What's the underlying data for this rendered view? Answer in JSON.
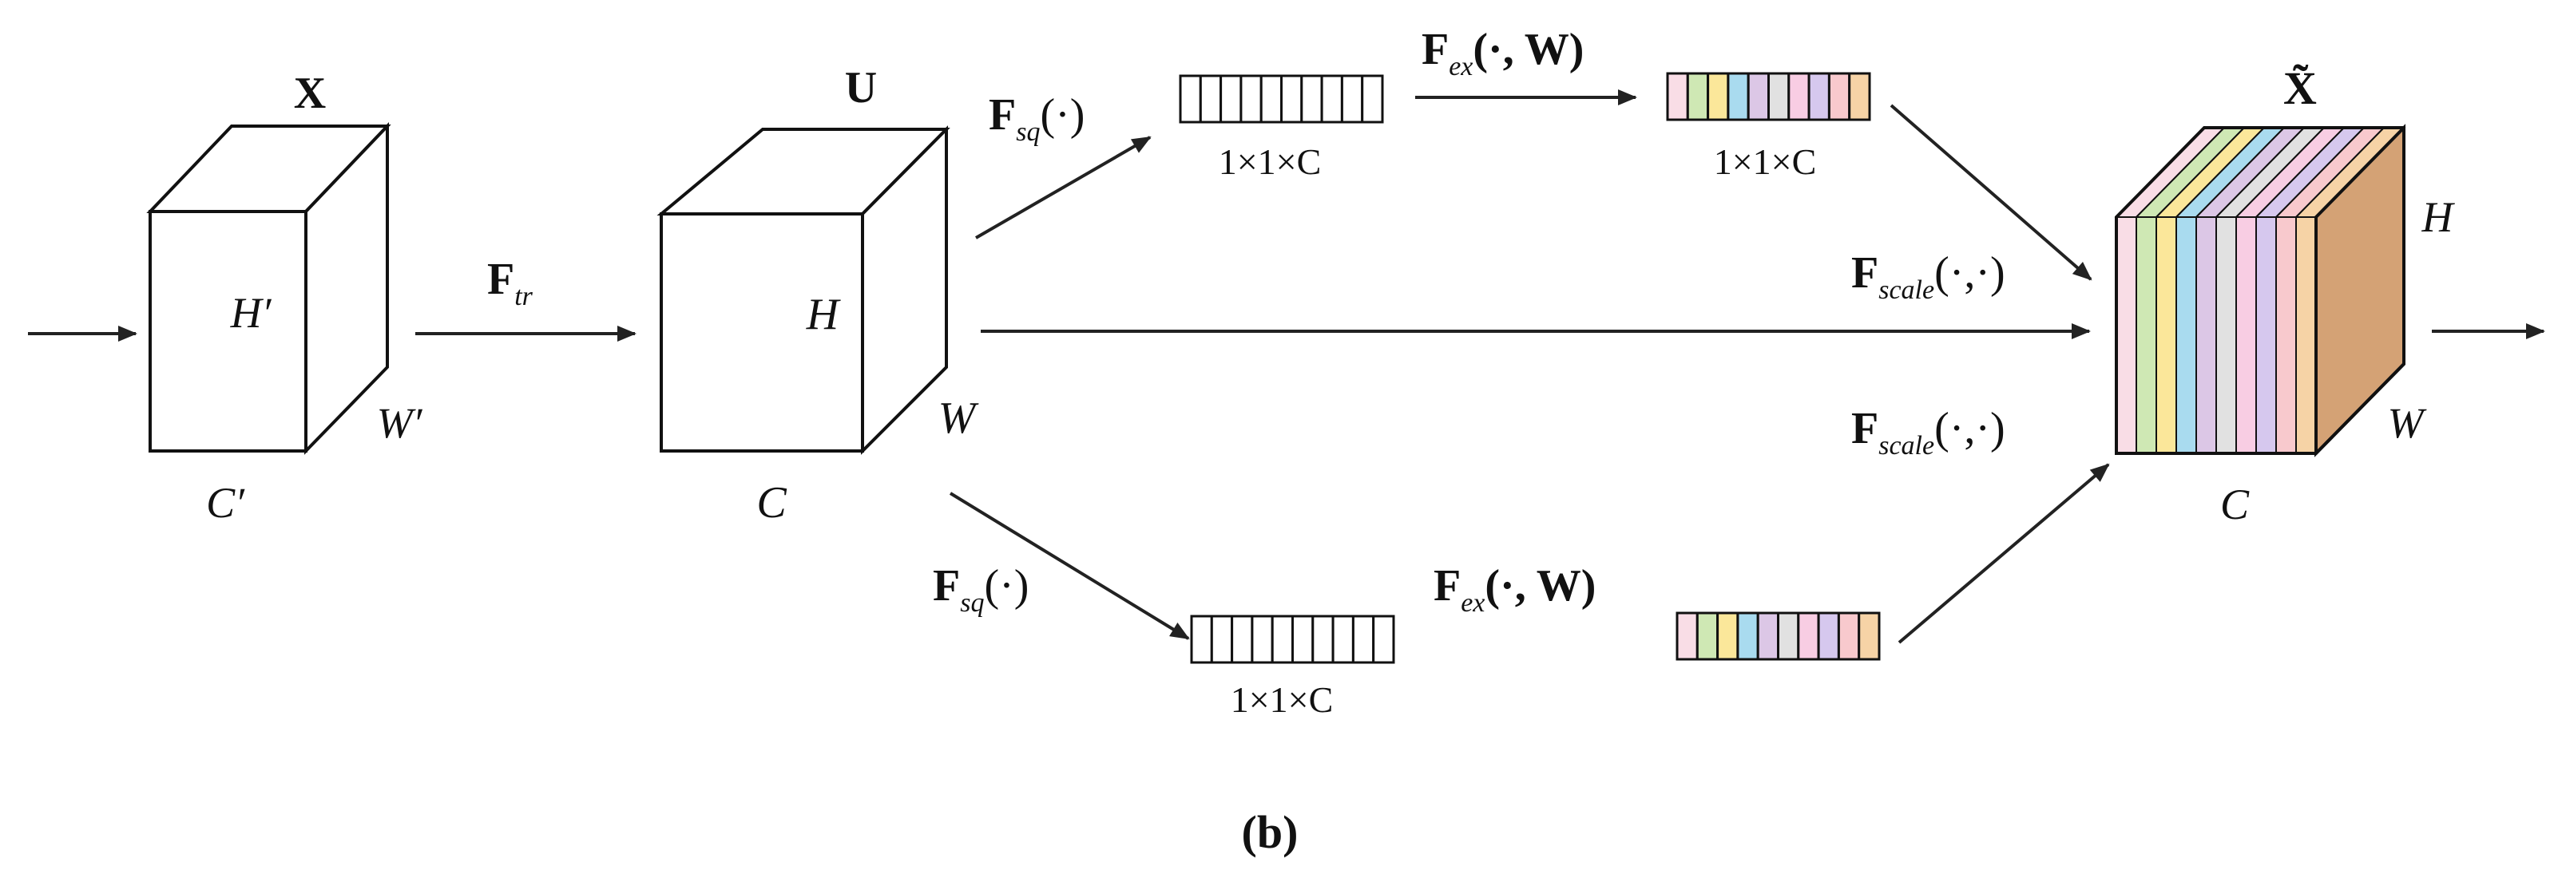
{
  "inputs": {
    "x_label": "X",
    "x_height": "H′",
    "x_width": "W′",
    "x_channels": "C′"
  },
  "feature_map_u": {
    "label": "U",
    "height": "H",
    "width": "W",
    "channels": "C"
  },
  "output_map": {
    "label": "X̃",
    "height": "H",
    "width": "W",
    "channels": "C"
  },
  "operators": {
    "transform": {
      "main": "F",
      "sub": "tr"
    },
    "squeeze_top": {
      "main": "F",
      "sub": "sq",
      "arg": "(·)"
    },
    "excite_top": {
      "main": "F",
      "sub": "ex",
      "arg": "(·, W)"
    },
    "scale_top": {
      "main": "F",
      "sub": "scale",
      "arg": "(·,·)"
    },
    "scale_bottom": {
      "main": "F",
      "sub": "scale",
      "arg": "(·,·)"
    },
    "squeeze_bottom": {
      "main": "F",
      "sub": "sq",
      "arg": "(·)"
    },
    "excite_bottom": {
      "main": "F",
      "sub": "ex",
      "arg": "(·, W)"
    }
  },
  "vectors": {
    "top_squeeze_label": "1×1×C",
    "top_excite_label": "1×1×C",
    "bottom_squeeze_label": "1×1×C"
  },
  "channel_colors": [
    "#f9dde6",
    "#cfe8b4",
    "#fbe79a",
    "#a9dbef",
    "#dcc7e6",
    "#e1e1e1",
    "#f8cde3",
    "#d6c8ee",
    "#f8c9cd",
    "#f6d3a6"
  ],
  "output_side_color": "#d4a275",
  "caption": "(b)"
}
